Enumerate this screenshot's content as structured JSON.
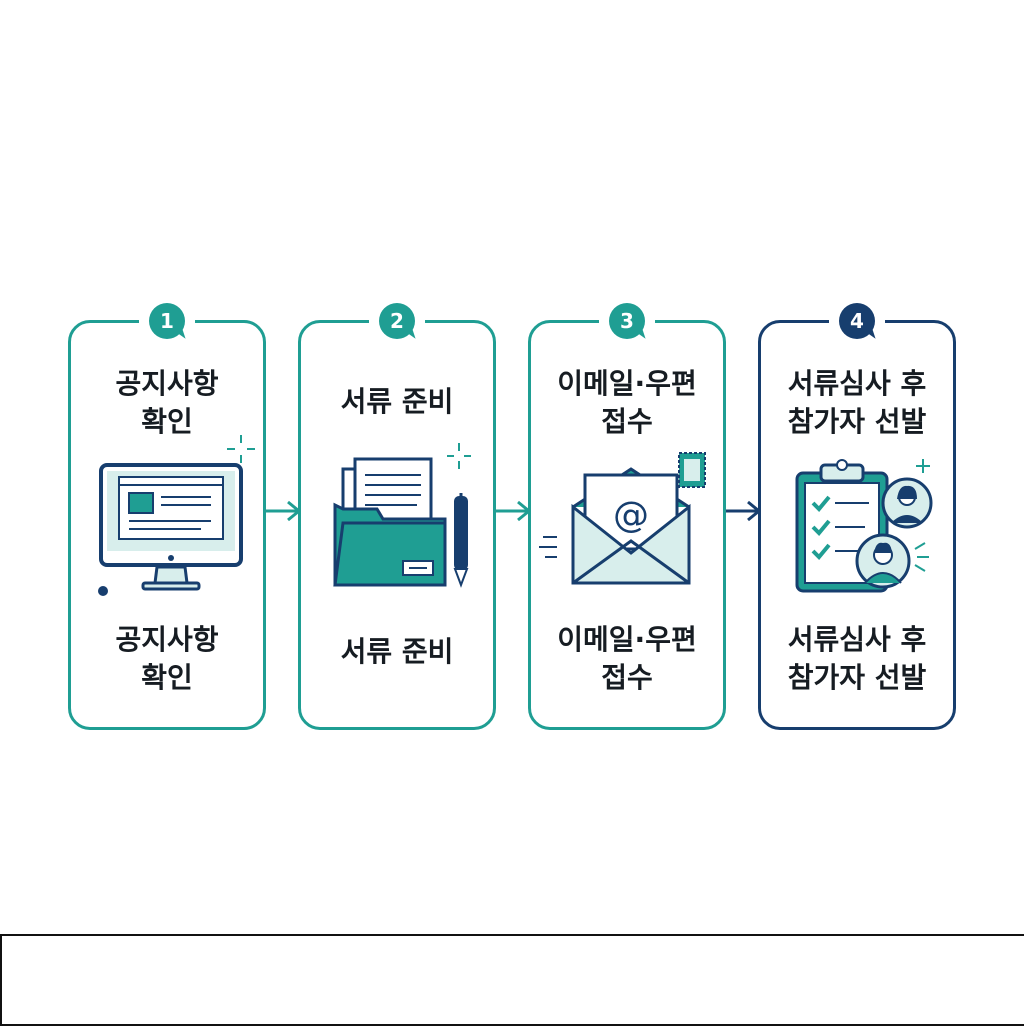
{
  "steps": [
    {
      "number": "1",
      "title": "공지사항\n확인",
      "caption": "공지사항\n확인",
      "icon": "monitor-icon"
    },
    {
      "number": "2",
      "title": "서류 준비",
      "caption": "서류 준비",
      "icon": "folder-documents-icon"
    },
    {
      "number": "3",
      "title": "이메일·우편\n접수",
      "caption": "이메일·우편\n접수",
      "icon": "email-envelope-icon",
      "icon_text": "@"
    },
    {
      "number": "4",
      "title": "서류심사 후\n참가자 선발",
      "caption": "서류심사 후\n참가자 선발",
      "icon": "clipboard-candidates-icon"
    }
  ],
  "colors": {
    "teal": "#1f9e93",
    "navy": "#173e6e",
    "light_teal": "#d8eeec"
  }
}
